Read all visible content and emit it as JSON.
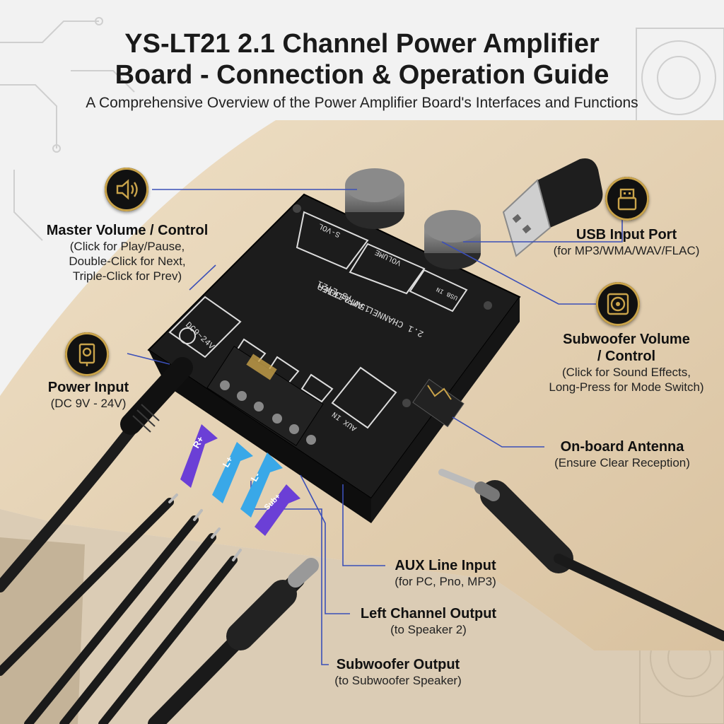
{
  "header": {
    "title_line1": "YS-LT21 2.1 Channel Power Amplifier",
    "title_line2": "Board - Connection & Operation Guide",
    "subtitle": "A Comprehensive Overview of the Power Amplifier Board's Interfaces and Functions"
  },
  "callouts": {
    "master_volume": {
      "title": "Master Volume / Control",
      "line1": "(Click for Play/Pause,",
      "line2": "Double-Click for Next,",
      "line3": "Triple-Click for Prev)",
      "icon": "speaker-icon"
    },
    "power_input": {
      "title": "Power Input",
      "line1": "(DC 9V - 24V)",
      "icon": "power-jack-icon"
    },
    "usb_input": {
      "title": "USB Input Port",
      "line1": "(for MP3/WMA/WAV/FLAC)",
      "icon": "usb-icon"
    },
    "subwoofer_volume": {
      "title": "Subwoofer Volume",
      "title2": "/ Control",
      "line1": "(Click for Sound Effects,",
      "line2": "Long-Press for Mode Switch)",
      "icon": "subwoofer-icon"
    },
    "antenna": {
      "title": "On-board Antenna",
      "line1": "(Ensure Clear Reception)"
    },
    "aux_input": {
      "title": "AUX Line Input",
      "line1": "(for PC, Pno, MP3)"
    },
    "left_output": {
      "title": "Left Channel Output",
      "line1": "(to Speaker 2)"
    },
    "sub_output": {
      "title": "Subwoofer Output",
      "line1": "(to Subwoofer Speaker)"
    }
  },
  "board": {
    "dc_label": "DC9~24V",
    "model": "YS-LT21",
    "spec": "15W*2+30W",
    "name": "2.1 CHANNEL AMPLIFIER",
    "volume_label": "VOLUME",
    "svol_label": "S-VOL",
    "aux_label": "AUX IN",
    "usb_label": "USB IN"
  },
  "arrows": {
    "r_plus": "R+",
    "l_plus": "L+",
    "l_minus": "L-",
    "sub_plus": "Sub+"
  },
  "colors": {
    "accent_gold": "#c9a34a",
    "line_blue": "#3b4fb8",
    "arrow_blue": "#39a8e8",
    "arrow_purple": "#6b3fd6",
    "board": "#1c1c1c",
    "table": "#e6d2b4"
  }
}
